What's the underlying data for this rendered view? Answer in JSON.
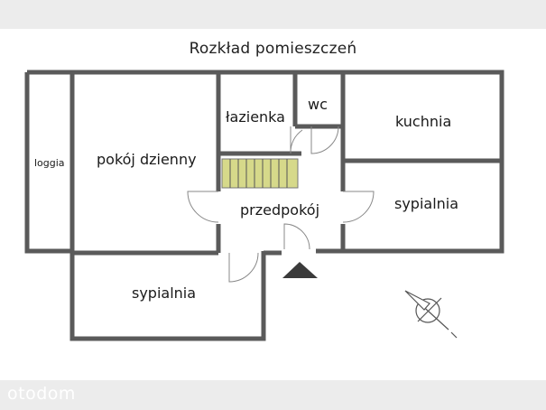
{
  "title": "Rozkład pomieszczeń",
  "rooms": {
    "loggia": "loggia",
    "living_room": "pokój dzienny",
    "bathroom": "łazienka",
    "wc": "wc",
    "kitchen": "kuchnia",
    "hallway": "przedpokój",
    "bedroom_right": "sypialnia",
    "bedroom_bottom": "sypialnia"
  },
  "watermark": "otodom",
  "colors": {
    "wall": "#555555",
    "wall_fill": "#8a8a8a",
    "floor": "#ffffff",
    "strip": "#ececec",
    "stairs": "#d6d98a"
  },
  "icons": {
    "entrance": "entrance-triangle-icon",
    "compass": "compass-icon"
  }
}
